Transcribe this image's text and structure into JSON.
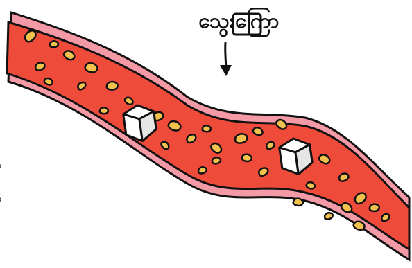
{
  "diagram": {
    "label": "သွေးကြော",
    "side_fragments": [
      "ဖ",
      "ဖို"
    ],
    "colors": {
      "blood": "#ee4b3a",
      "vessel_wall": "#f39aa6",
      "outline": "#111111",
      "fat_deposit": "#f2c14e",
      "sugar_cube_top": "#ffffff",
      "sugar_cube_side": "#e6e6e6"
    },
    "icons": [
      "arrow-down-icon",
      "sugar-cube-icon",
      "fat-deposit-icon"
    ]
  }
}
